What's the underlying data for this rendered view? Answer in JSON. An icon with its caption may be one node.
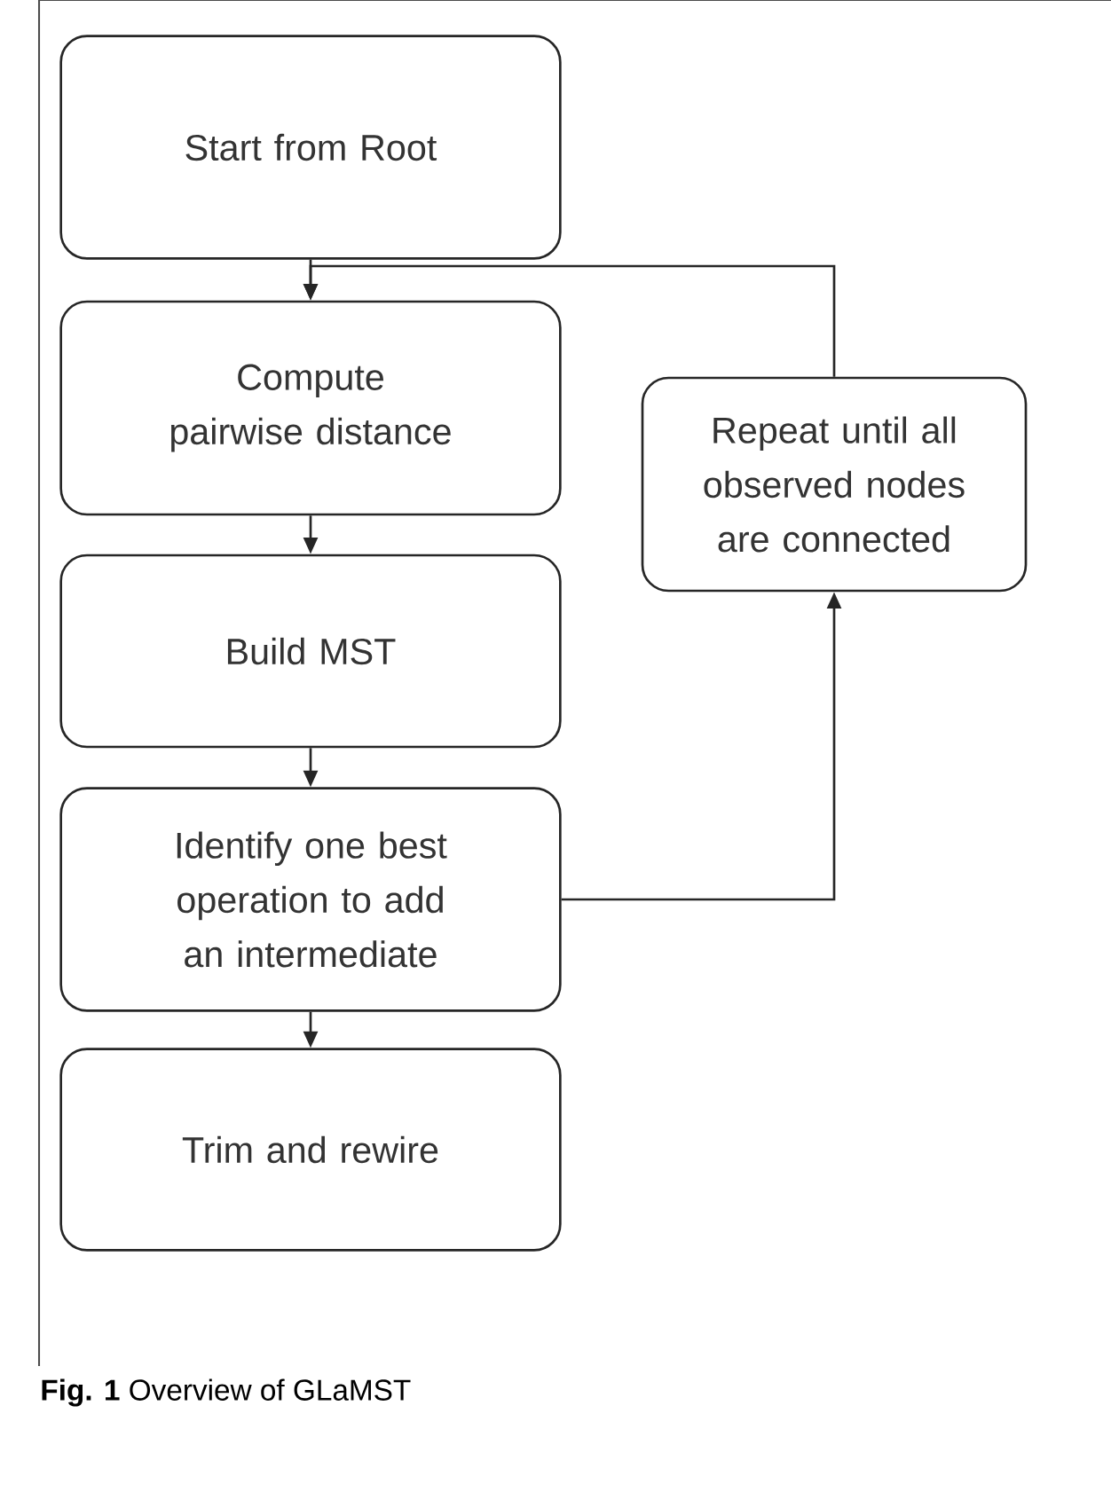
{
  "diagram": {
    "caption": "**Fig. 1** Overview of GLaMST",
    "nodes": [
      {
        "text": [
          "Start from Root"
        ]
      },
      {
        "text": [
          "Compute pairwise distance"
        ]
      },
      {
        "text": [
          "Build MST"
        ]
      },
      {
        "text": [
          "Identify one best operation to add an intermediate"
        ]
      },
      {
        "text": [
          "Trim and rewire"
        ]
      },
      {
        "text": [
          "Repeat until all observed nodes are connected"
        ]
      }
    ],
    "edges": [
      {
        "from": 0,
        "to": 1,
        "arrow": "to"
      },
      {
        "from": 1,
        "to": 2,
        "arrow": "to"
      },
      {
        "from": 2,
        "to": 3,
        "arrow": "to"
      },
      {
        "from": 3,
        "to": 4,
        "arrow": "to"
      },
      {
        "from": 3,
        "to": 5,
        "arrow": "to"
      },
      {
        "from": 5,
        "to": 1,
        "arrow": "to"
      }
    ]
  }
}
